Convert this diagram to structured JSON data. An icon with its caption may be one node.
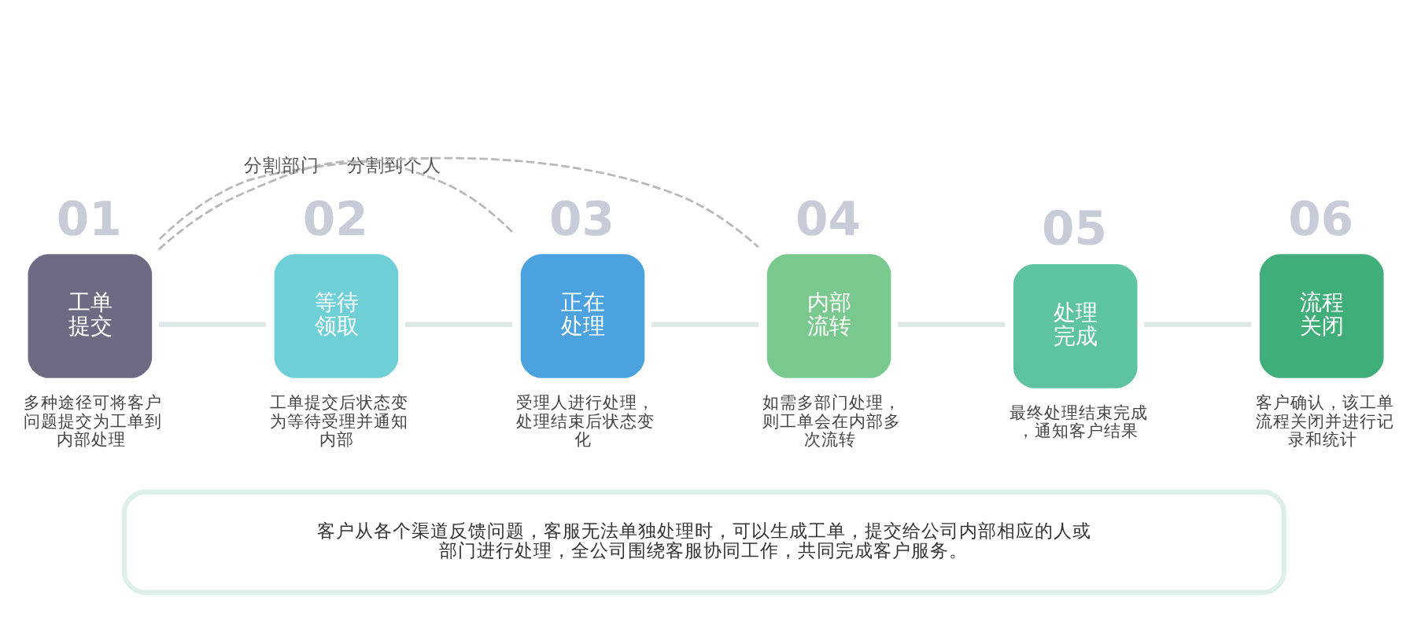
{
  "diagram": {
    "nodes": [
      {
        "text": [
          "01",
          "工单提交"
        ],
        "beside": [
          "多种途径可将客户问题提交为工单到内部处理"
        ]
      },
      {
        "text": [
          "02",
          "等待领取"
        ],
        "beside": [
          "工单提交后状态变为等待受理并通知内部"
        ]
      },
      {
        "text": [
          "03",
          "正在处理"
        ],
        "beside": [
          "受理人进行处理，处理结束后状态变化"
        ]
      },
      {
        "text": [
          "04",
          "内部流转"
        ],
        "beside": [
          "如需多部门处理，则工单会在内部多次流转"
        ]
      },
      {
        "text": [
          "05",
          "处理完成"
        ],
        "beside": [
          "最终处理结束完成，通知客户结果"
        ]
      },
      {
        "text": [
          "06",
          "流程关闭"
        ],
        "beside": [
          "客户确认，该工单流程关闭并进行记录和统计"
        ]
      },
      {
        "text": [
          "客户从各个渠道反馈问题，客服无法单独处理时，可以生成工单，提交给公司内部相应的人或部门进行处理，全公司围绕客服协同工作，共同完成客户服务。"
        ]
      }
    ],
    "edges": [
      {
        "from": 0,
        "to": 1,
        "arrow": "none"
      },
      {
        "from": 1,
        "to": 2,
        "arrow": "none"
      },
      {
        "from": 2,
        "to": 3,
        "arrow": "none"
      },
      {
        "from": 3,
        "to": 4,
        "arrow": "none"
      },
      {
        "from": 4,
        "to": 5,
        "arrow": "none"
      },
      {
        "from": 0,
        "to": 2,
        "arrow": "none",
        "style": "dashed",
        "label": "分割到个人",
        "color": "#b8b8b8"
      },
      {
        "from": 0,
        "to": 3,
        "arrow": "none",
        "style": "dashed",
        "label": "分割部门",
        "color": "#b8b8b8"
      }
    ]
  }
}
